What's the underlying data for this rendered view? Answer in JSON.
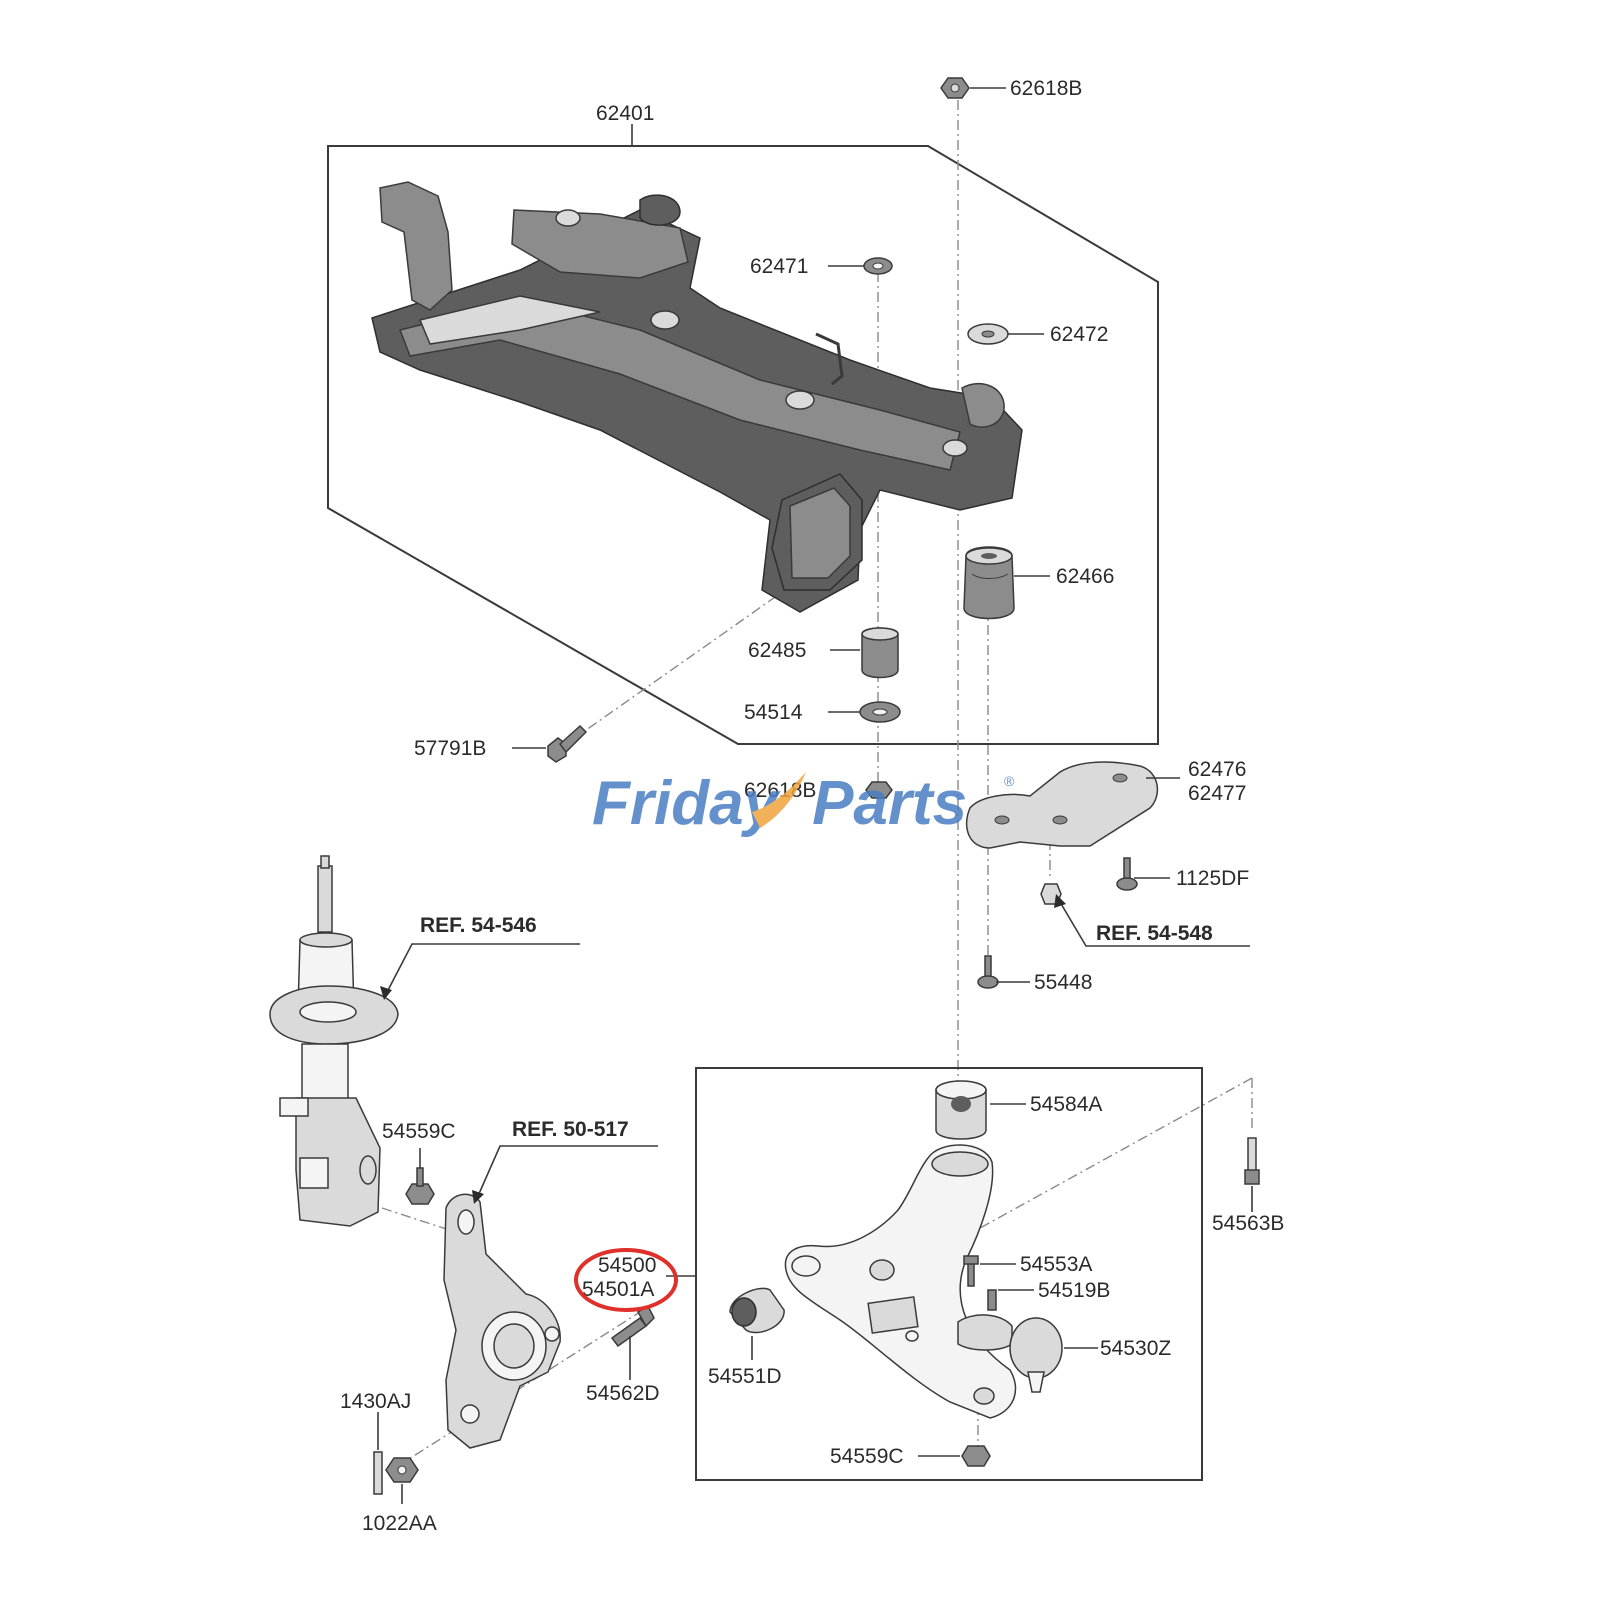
{
  "labels": {
    "p62618B_top": "62618B",
    "p62401": "62401",
    "p62471": "62471",
    "p62472": "62472",
    "p62466": "62466",
    "p62485": "62485",
    "p54514": "54514",
    "p57791B": "57791B",
    "p62618B_low": "62618B",
    "p62476": "62476",
    "p62477": "62477",
    "p1125DF": "1125DF",
    "ref54548": "REF. 54-548",
    "p55448": "55448",
    "ref54546": "REF. 54-546",
    "p54559C_top": "54559C",
    "ref50517": "REF. 50-517",
    "p54584A": "54584A",
    "p54563B": "54563B",
    "p54500": "54500",
    "p54501A": "54501A",
    "p54553A": "54553A",
    "p54519B": "54519B",
    "p54530Z": "54530Z",
    "p54551D": "54551D",
    "p54562D": "54562D",
    "p1430AJ": "1430AJ",
    "p1022AA": "1022AA",
    "p54559C_bot": "54559C"
  },
  "watermark": {
    "part1": "Friday",
    "part2": "Parts",
    "mark": "®"
  },
  "colors": {
    "highlight": "#e0302a",
    "watermark_blue": "#4a7ec2",
    "watermark_orange": "#f0a33c"
  }
}
